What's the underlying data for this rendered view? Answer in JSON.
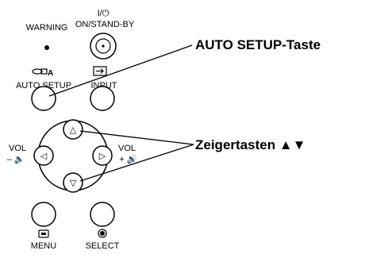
{
  "labels": {
    "warning": "WARNING",
    "power_symbol": "I/⏻",
    "on_standby": "ON/STAND-BY",
    "auto_setup": "AUTO SETUP",
    "input": "INPUT",
    "vol_minus": "VOL",
    "vol_minus_symbol": "– 🔈",
    "vol_plus": "VOL",
    "vol_plus_symbol": "+ 🔊",
    "menu": "MENU",
    "select": "SELECT"
  },
  "callouts": {
    "auto_setup": "AUTO SETUP-Taste",
    "pointer": "Zeigertasten ▲▼"
  },
  "arrows": {
    "up": "△",
    "down": "▽",
    "left": "◁",
    "right": "▷"
  }
}
